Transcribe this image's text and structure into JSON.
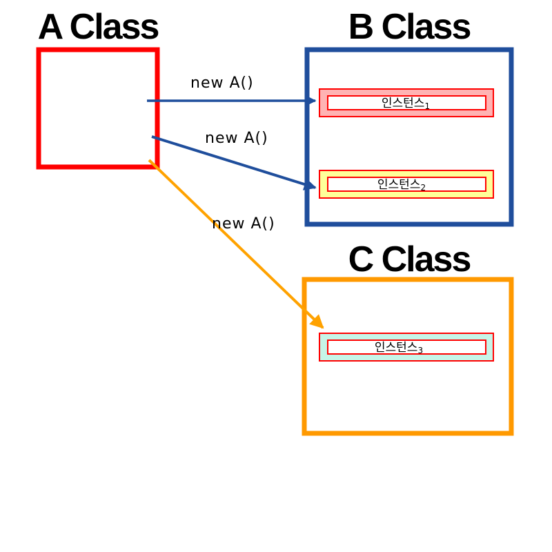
{
  "classes": {
    "a": {
      "title": "A Class",
      "color": "#ff0000"
    },
    "b": {
      "title": "B Class",
      "color": "#1f4e9c"
    },
    "c": {
      "title": "C Class",
      "color": "#ff9900"
    }
  },
  "arrows": [
    {
      "label": "new A()",
      "color": "#1f4e9c"
    },
    {
      "label": "new A()",
      "color": "#1f4e9c"
    },
    {
      "label": "new A()",
      "color": "#ffa200"
    }
  ],
  "instances": [
    {
      "label": "인스턴스",
      "index": "1",
      "fill": "#ffb3b3",
      "border": "#ff0000"
    },
    {
      "label": "인스턴스",
      "index": "2",
      "fill": "#ffff99",
      "border": "#ff0000"
    },
    {
      "label": "인스턴스",
      "index": "3",
      "fill": "#c6f5e8",
      "border": "#ff0000"
    }
  ]
}
